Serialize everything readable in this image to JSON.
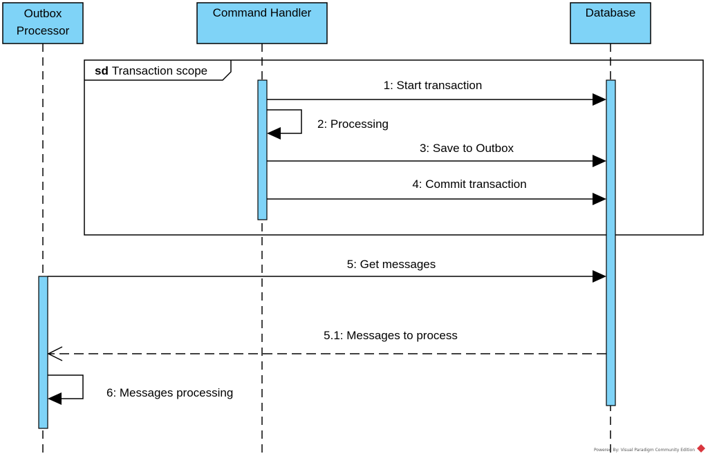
{
  "colors": {
    "lifeline_fill": "#7fd3f7",
    "stroke": "#000000",
    "watermark_icon": "#d9363e"
  },
  "lifelines": [
    {
      "id": "outbox",
      "line1": "Outbox",
      "line2": "Processor"
    },
    {
      "id": "handler",
      "line1": "Command Handler",
      "line2": ""
    },
    {
      "id": "db",
      "line1": "Database",
      "line2": ""
    }
  ],
  "frame": {
    "keyword": "sd",
    "title": "Transaction scope"
  },
  "messages": [
    {
      "label": "1: Start transaction",
      "from": "handler",
      "to": "db",
      "kind": "sync"
    },
    {
      "label": "2: Processing",
      "from": "handler",
      "to": "handler",
      "kind": "self"
    },
    {
      "label": "3: Save to Outbox",
      "from": "handler",
      "to": "db",
      "kind": "sync"
    },
    {
      "label": "4: Commit transaction",
      "from": "handler",
      "to": "db",
      "kind": "sync"
    },
    {
      "label": "5: Get messages",
      "from": "outbox",
      "to": "db",
      "kind": "sync"
    },
    {
      "label": "5.1: Messages to process",
      "from": "db",
      "to": "outbox",
      "kind": "reply"
    },
    {
      "label": "6: Messages processing",
      "from": "outbox",
      "to": "outbox",
      "kind": "self"
    }
  ],
  "watermark": "Powered By: Visual Paradigm Community Edition"
}
